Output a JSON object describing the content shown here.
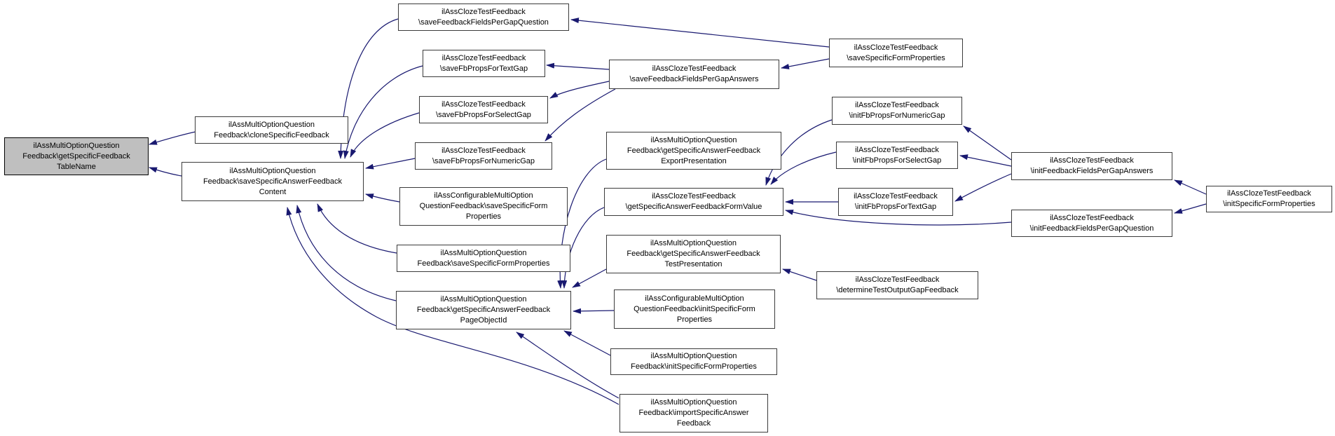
{
  "diagram": {
    "type": "call-graph",
    "colors": {
      "edge": "#191970",
      "node_fill": "#ffffff",
      "highlight_fill": "#bfbfbf",
      "border": "#3b3b3b"
    },
    "nodes": [
      {
        "id": "get-specific-feedback-table-name",
        "highlighted": true,
        "lines": [
          "ilAssMultiOptionQuestion",
          "Feedback\\getSpecificFeedback",
          "TableName"
        ]
      },
      {
        "id": "clone-specific-feedback",
        "lines": [
          "ilAssMultiOptionQuestion",
          "Feedback\\cloneSpecificFeedback"
        ]
      },
      {
        "id": "save-specific-answer-feedback-content",
        "lines": [
          "ilAssMultiOptionQuestion",
          "Feedback\\saveSpecificAnswerFeedback",
          "Content"
        ]
      },
      {
        "id": "save-feedback-fields-per-gap-question",
        "lines": [
          "ilAssClozeTestFeedback",
          "\\saveFeedbackFieldsPerGapQuestion"
        ]
      },
      {
        "id": "save-fb-props-for-text-gap",
        "lines": [
          "ilAssClozeTestFeedback",
          "\\saveFbPropsForTextGap"
        ]
      },
      {
        "id": "save-fb-props-for-select-gap",
        "lines": [
          "ilAssClozeTestFeedback",
          "\\saveFbPropsForSelectGap"
        ]
      },
      {
        "id": "save-fb-props-for-numeric-gap",
        "lines": [
          "ilAssClozeTestFeedback",
          "\\saveFbPropsForNumericGap"
        ]
      },
      {
        "id": "configurable-save-specific-form-properties",
        "lines": [
          "ilAssConfigurableMultiOption",
          "QuestionFeedback\\saveSpecificForm",
          "Properties"
        ]
      },
      {
        "id": "multi-save-specific-form-properties",
        "lines": [
          "ilAssMultiOptionQuestion",
          "Feedback\\saveSpecificFormProperties"
        ]
      },
      {
        "id": "get-specific-answer-feedback-page-object-id",
        "lines": [
          "ilAssMultiOptionQuestion",
          "Feedback\\getSpecificAnswerFeedback",
          "PageObjectId"
        ]
      },
      {
        "id": "get-specific-answer-feedback-export-presentation",
        "lines": [
          "ilAssMultiOptionQuestion",
          "Feedback\\getSpecificAnswerFeedback",
          "ExportPresentation"
        ]
      },
      {
        "id": "get-specific-answer-feedback-form-value",
        "lines": [
          "ilAssClozeTestFeedback",
          "\\getSpecificAnswerFeedbackFormValue"
        ]
      },
      {
        "id": "get-specific-answer-feedback-test-presentation",
        "lines": [
          "ilAssMultiOptionQuestion",
          "Feedback\\getSpecificAnswerFeedback",
          "TestPresentation"
        ]
      },
      {
        "id": "configurable-init-specific-form-properties",
        "lines": [
          "ilAssConfigurableMultiOption",
          "QuestionFeedback\\initSpecificForm",
          "Properties"
        ]
      },
      {
        "id": "multi-init-specific-form-properties",
        "lines": [
          "ilAssMultiOptionQuestion",
          "Feedback\\initSpecificFormProperties"
        ]
      },
      {
        "id": "import-specific-answer-feedback",
        "lines": [
          "ilAssMultiOptionQuestion",
          "Feedback\\importSpecificAnswer",
          "Feedback"
        ]
      },
      {
        "id": "save-feedback-fields-per-gap-answers",
        "lines": [
          "ilAssClozeTestFeedback",
          "\\saveFeedbackFieldsPerGapAnswers"
        ]
      },
      {
        "id": "cloze-save-specific-form-properties",
        "lines": [
          "ilAssClozeTestFeedback",
          "\\saveSpecificFormProperties"
        ]
      },
      {
        "id": "init-fb-props-for-numeric-gap",
        "lines": [
          "ilAssClozeTestFeedback",
          "\\initFbPropsForNumericGap"
        ]
      },
      {
        "id": "init-fb-props-for-select-gap",
        "lines": [
          "ilAssClozeTestFeedback",
          "\\initFbPropsForSelectGap"
        ]
      },
      {
        "id": "init-fb-props-for-text-gap",
        "lines": [
          "ilAssClozeTestFeedback",
          "\\initFbPropsForTextGap"
        ]
      },
      {
        "id": "determine-test-output-gap-feedback",
        "lines": [
          "ilAssClozeTestFeedback",
          "\\determineTestOutputGapFeedback"
        ]
      },
      {
        "id": "init-feedback-fields-per-gap-answers",
        "lines": [
          "ilAssClozeTestFeedback",
          "\\initFeedbackFieldsPerGapAnswers"
        ]
      },
      {
        "id": "init-feedback-fields-per-gap-question",
        "lines": [
          "ilAssClozeTestFeedback",
          "\\initFeedbackFieldsPerGapQuestion"
        ]
      },
      {
        "id": "cloze-init-specific-form-properties",
        "lines": [
          "ilAssClozeTestFeedback",
          "\\initSpecificFormProperties"
        ]
      }
    ],
    "edges": [
      {
        "from": "clone-specific-feedback",
        "to": "get-specific-feedback-table-name"
      },
      {
        "from": "save-specific-answer-feedback-content",
        "to": "get-specific-feedback-table-name"
      },
      {
        "from": "save-feedback-fields-per-gap-question",
        "to": "save-specific-answer-feedback-content"
      },
      {
        "from": "save-fb-props-for-text-gap",
        "to": "save-specific-answer-feedback-content"
      },
      {
        "from": "save-fb-props-for-select-gap",
        "to": "save-specific-answer-feedback-content"
      },
      {
        "from": "save-fb-props-for-numeric-gap",
        "to": "save-specific-answer-feedback-content"
      },
      {
        "from": "configurable-save-specific-form-properties",
        "to": "save-specific-answer-feedback-content"
      },
      {
        "from": "multi-save-specific-form-properties",
        "to": "save-specific-answer-feedback-content"
      },
      {
        "from": "get-specific-answer-feedback-page-object-id",
        "to": "save-specific-answer-feedback-content"
      },
      {
        "from": "import-specific-answer-feedback",
        "to": "save-specific-answer-feedback-content"
      },
      {
        "from": "get-specific-answer-feedback-export-presentation",
        "to": "get-specific-answer-feedback-page-object-id"
      },
      {
        "from": "get-specific-answer-feedback-form-value",
        "to": "get-specific-answer-feedback-page-object-id"
      },
      {
        "from": "get-specific-answer-feedback-test-presentation",
        "to": "get-specific-answer-feedback-page-object-id"
      },
      {
        "from": "configurable-init-specific-form-properties",
        "to": "get-specific-answer-feedback-page-object-id"
      },
      {
        "from": "multi-init-specific-form-properties",
        "to": "get-specific-answer-feedback-page-object-id"
      },
      {
        "from": "import-specific-answer-feedback",
        "to": "get-specific-answer-feedback-page-object-id"
      },
      {
        "from": "determine-test-output-gap-feedback",
        "to": "get-specific-answer-feedback-test-presentation"
      },
      {
        "from": "init-fb-props-for-numeric-gap",
        "to": "get-specific-answer-feedback-form-value"
      },
      {
        "from": "init-fb-props-for-select-gap",
        "to": "get-specific-answer-feedback-form-value"
      },
      {
        "from": "init-fb-props-for-text-gap",
        "to": "get-specific-answer-feedback-form-value"
      },
      {
        "from": "init-feedback-fields-per-gap-question",
        "to": "get-specific-answer-feedback-form-value"
      },
      {
        "from": "init-feedback-fields-per-gap-answers",
        "to": "init-fb-props-for-numeric-gap"
      },
      {
        "from": "init-feedback-fields-per-gap-answers",
        "to": "init-fb-props-for-select-gap"
      },
      {
        "from": "init-feedback-fields-per-gap-answers",
        "to": "init-fb-props-for-text-gap"
      },
      {
        "from": "cloze-save-specific-form-properties",
        "to": "save-feedback-fields-per-gap-question"
      },
      {
        "from": "cloze-save-specific-form-properties",
        "to": "save-feedback-fields-per-gap-answers"
      },
      {
        "from": "save-feedback-fields-per-gap-answers",
        "to": "save-fb-props-for-text-gap"
      },
      {
        "from": "save-feedback-fields-per-gap-answers",
        "to": "save-fb-props-for-select-gap"
      },
      {
        "from": "save-feedback-fields-per-gap-answers",
        "to": "save-fb-props-for-numeric-gap"
      },
      {
        "from": "cloze-init-specific-form-properties",
        "to": "init-feedback-fields-per-gap-answers"
      },
      {
        "from": "cloze-init-specific-form-properties",
        "to": "init-feedback-fields-per-gap-question"
      }
    ]
  }
}
